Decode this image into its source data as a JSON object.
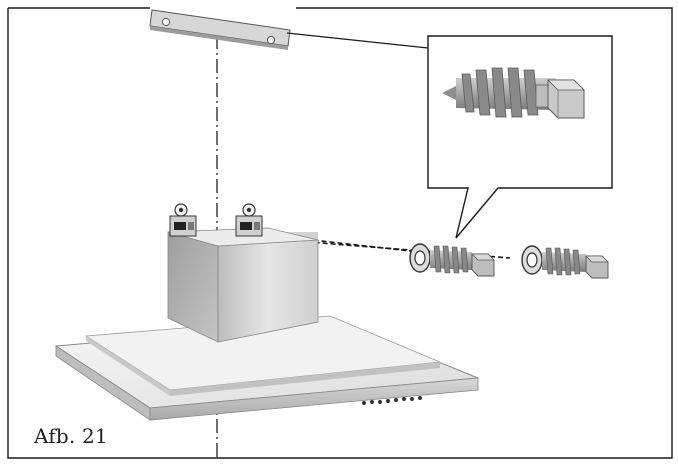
{
  "figure": {
    "caption": "Afb. 21",
    "colors": {
      "frame": "#1a1a1a",
      "steel_light": "#eeeeee",
      "steel_mid": "#cfcfcf",
      "steel_dark": "#9a9a9a",
      "screw": "#a8a8a8",
      "outline": "#555555"
    },
    "icons": [
      "wall-bracket",
      "wall-plug-screw",
      "cooker-hood",
      "callout-detail"
    ]
  }
}
